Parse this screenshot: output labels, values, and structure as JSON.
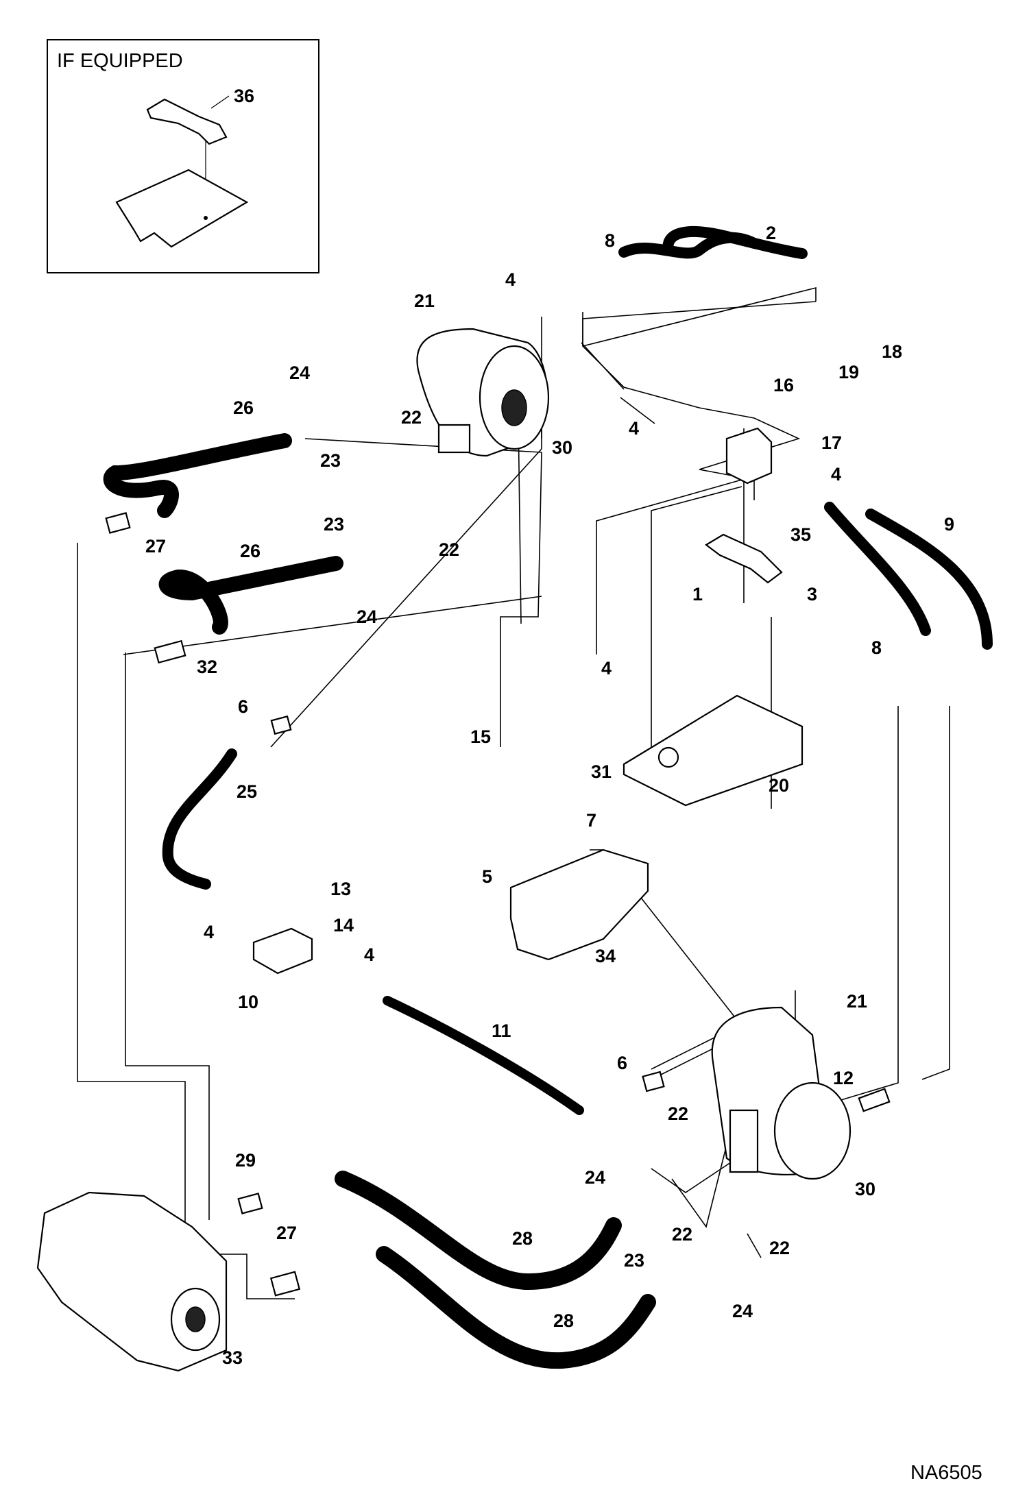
{
  "inset": {
    "title": "IF EQUIPPED"
  },
  "drawing_code": "NA6505",
  "callouts": [
    "1",
    "2",
    "3",
    "4",
    "4",
    "4",
    "4",
    "4",
    "4",
    "5",
    "6",
    "6",
    "7",
    "8",
    "8",
    "9",
    "10",
    "11",
    "12",
    "13",
    "14",
    "15",
    "16",
    "17",
    "18",
    "19",
    "20",
    "21",
    "21",
    "22",
    "22",
    "22",
    "22",
    "22",
    "23",
    "23",
    "23",
    "24",
    "24",
    "24",
    "24",
    "25",
    "26",
    "26",
    "27",
    "27",
    "28",
    "28",
    "29",
    "30",
    "30",
    "31",
    "32",
    "33",
    "34",
    "35",
    "36"
  ]
}
